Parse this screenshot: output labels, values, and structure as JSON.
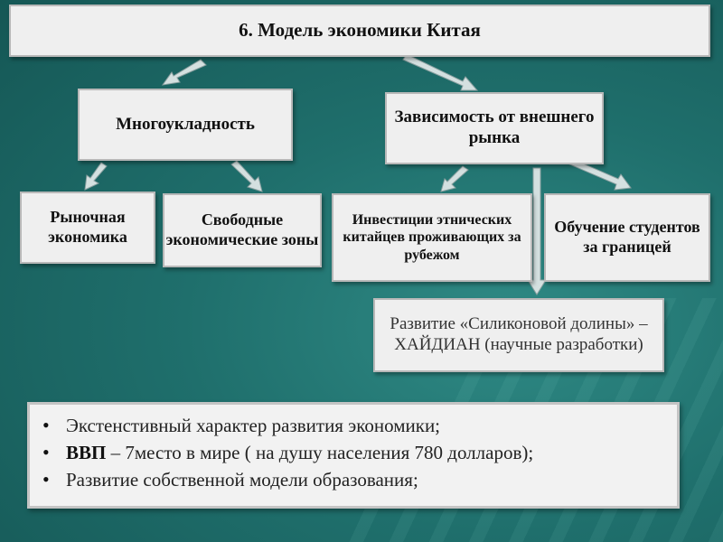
{
  "title": "6. Модель экономики  Китая",
  "nodes": {
    "mnogoukladnost": "Многоукладность",
    "zavisimost": "Зависимость от внешнего рынка",
    "rynochnaya": "Рыночная экономика",
    "svobodnye_zony": "Свободные экономические зоны",
    "investicii": "Инвестиции этнических китайцев проживающих за рубежом",
    "obuchenie": "Обучение студентов за границей",
    "silikon": "Развитие «Силиконовой долины» –ХАЙДИАН (научные разработки)"
  },
  "bullets": {
    "item1": "Экстенстивный характер развития экономики;",
    "item2_bold": "ВВП",
    "item2_rest": " – 7место в мире ( на душу населения 780 долларов);",
    "item3": "Развитие собственной модели образования;",
    "bullet_char": "•"
  }
}
